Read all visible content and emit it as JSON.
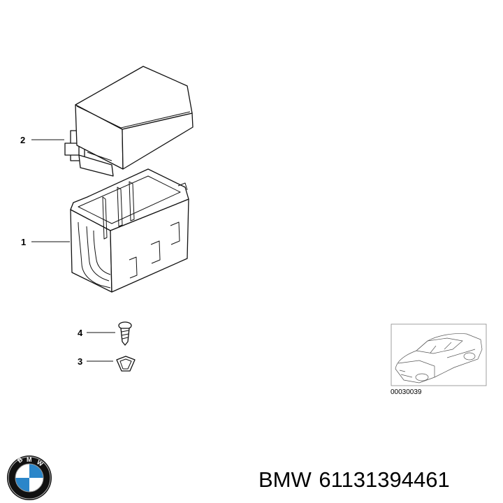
{
  "callouts": [
    {
      "num": "2",
      "part": "cover"
    },
    {
      "num": "1",
      "part": "fuse box housing"
    },
    {
      "num": "4",
      "part": "screw"
    },
    {
      "num": "3",
      "part": "clip nut"
    }
  ],
  "inset": {
    "ref_number": "00030039"
  },
  "brand": {
    "logo_letters": "BMW",
    "name": "BMW",
    "part_number": "61131394461"
  },
  "colors": {
    "logo_blue": "#2b86c9",
    "logo_ring": "#111111",
    "line": "#111111"
  }
}
